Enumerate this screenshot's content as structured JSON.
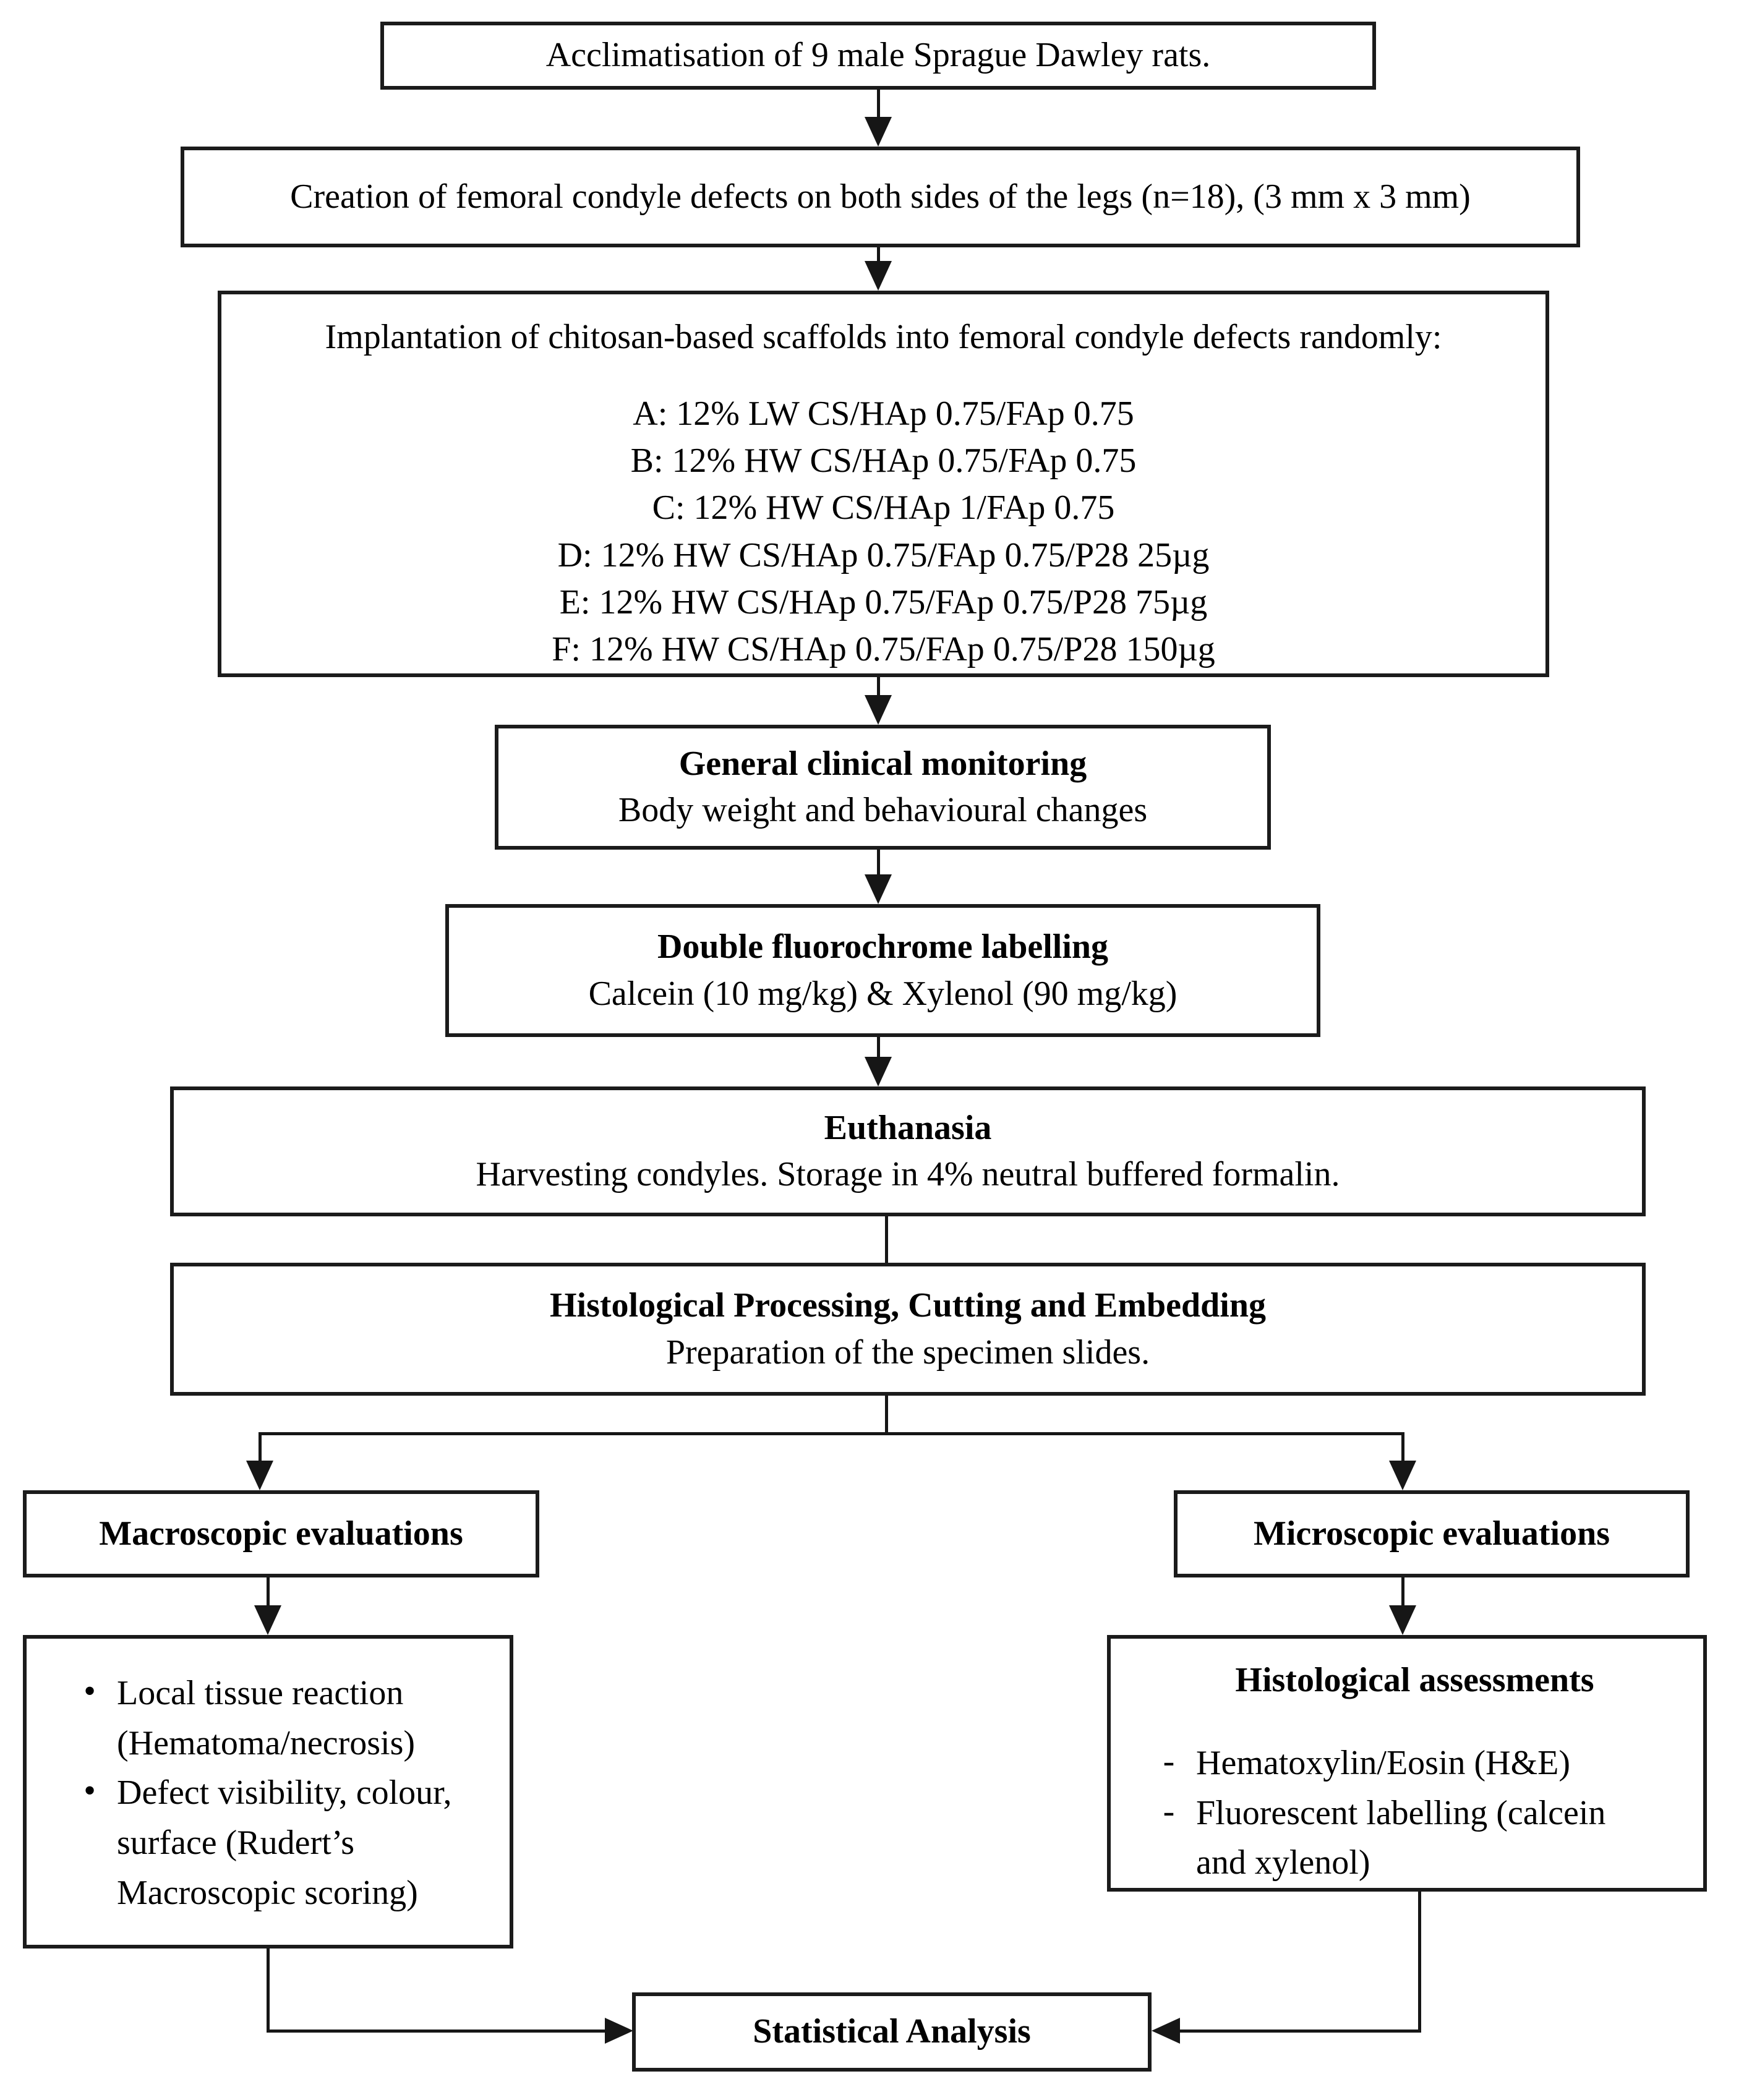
{
  "flow": {
    "acclimatisation": {
      "text": "Acclimatisation of 9 male Sprague Dawley rats."
    },
    "defect_creation": {
      "text": "Creation of femoral condyle defects on both sides of the legs (n=18), (3 mm x 3 mm)"
    },
    "implantation": {
      "heading": "Implantation of chitosan-based scaffolds into femoral condyle defects randomly:",
      "groups": [
        "A: 12% LW CS/HAp 0.75/FAp 0.75",
        "B: 12% HW CS/HAp 0.75/FAp 0.75",
        "C: 12% HW CS/HAp 1/FAp 0.75",
        "D: 12% HW CS/HAp 0.75/FAp 0.75/P28 25µg",
        "E: 12% HW CS/HAp 0.75/FAp 0.75/P28 75µg",
        "F: 12% HW CS/HAp 0.75/FAp 0.75/P28 150µg"
      ]
    },
    "monitoring": {
      "title": "General clinical monitoring",
      "subtitle": "Body weight and behavioural changes"
    },
    "fluorochrome": {
      "title": "Double fluorochrome labelling",
      "subtitle": "Calcein (10 mg/kg) & Xylenol (90 mg/kg)"
    },
    "euthanasia": {
      "title": "Euthanasia",
      "subtitle": "Harvesting condyles. Storage in 4% neutral buffered formalin."
    },
    "processing": {
      "title": "Histological Processing, Cutting and Embedding",
      "subtitle": "Preparation of the specimen slides."
    },
    "macroscopic": {
      "title": "Macroscopic evaluations"
    },
    "microscopic": {
      "title": "Microscopic evaluations"
    },
    "macroscopic_details": {
      "marker": "•",
      "items": [
        {
          "lines": [
            "Local tissue reaction",
            "(Hematoma/necrosis)"
          ]
        },
        {
          "lines": [
            "Defect visibility, colour,",
            "surface (Rudert’s",
            "Macroscopic scoring)"
          ]
        }
      ]
    },
    "histological_assessments": {
      "title": "Histological assessments",
      "marker": "-",
      "items": [
        {
          "lines": [
            "Hematoxylin/Eosin (H&E)"
          ]
        },
        {
          "lines": [
            "Fluorescent labelling (calcein",
            "and xylenol)"
          ]
        }
      ]
    },
    "statistical": {
      "title": "Statistical Analysis"
    }
  }
}
